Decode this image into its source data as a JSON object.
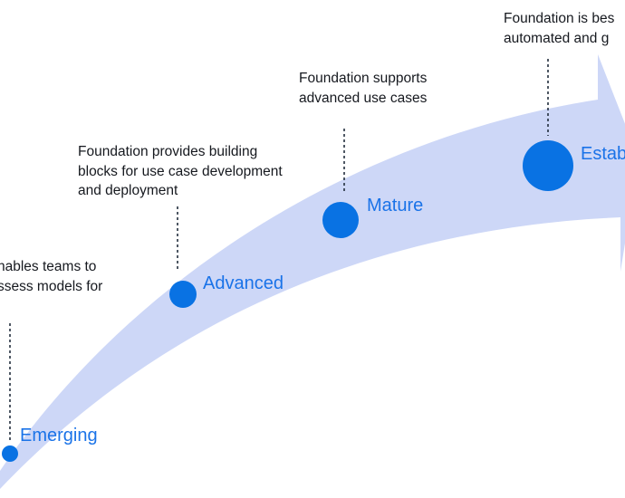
{
  "colors": {
    "arrow_fill": "#cdd7f7",
    "stage_dot": "#0972e3",
    "stage_label": "#1a73e8",
    "text": "#16191f",
    "connector": "#232f3e"
  },
  "stages": [
    {
      "label": "Emerging",
      "description": [
        "nables teams to",
        "ssess models for"
      ]
    },
    {
      "label": "Advanced",
      "description": [
        "Foundation provides building",
        "blocks for use case development",
        "and deployment"
      ]
    },
    {
      "label": "Mature",
      "description": [
        "Foundation supports",
        "advanced use cases"
      ]
    },
    {
      "label": "Estab",
      "description": [
        "Foundation is bes",
        "automated and g"
      ]
    }
  ]
}
